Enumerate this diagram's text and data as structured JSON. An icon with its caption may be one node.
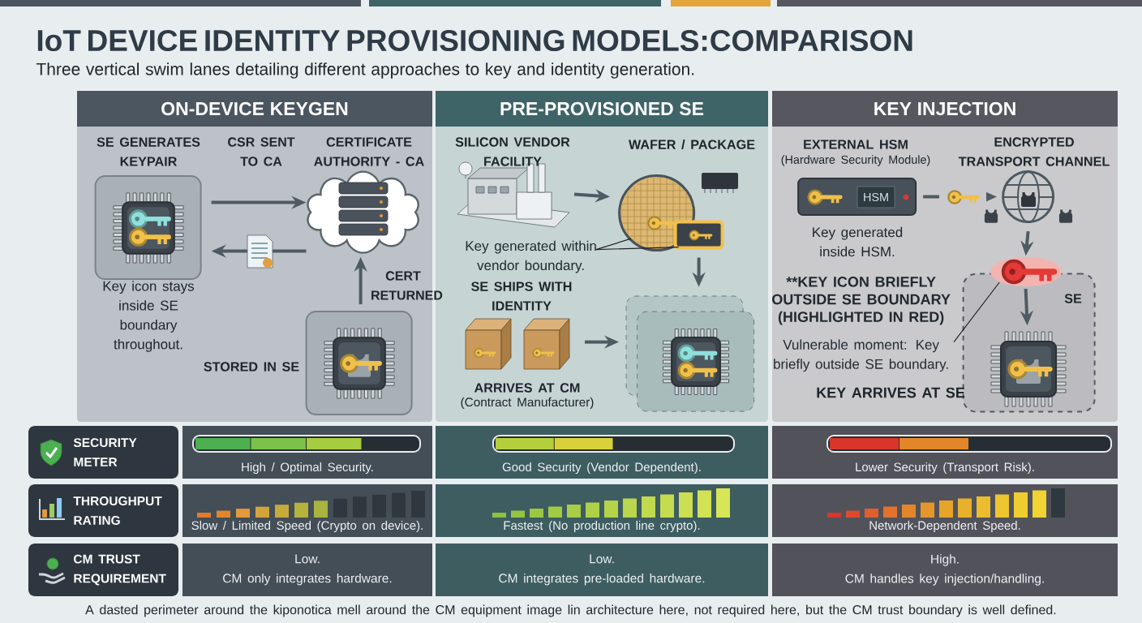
{
  "diagram": {
    "title": "IoT DEVICE IDENTITY PROVISIONING MODELS:COMPARISON",
    "caption": "A dasted perimeter around the kiponotica mell around the CM equipment image lin architecture here, not required here, but the CM trust boundary is well defined.",
    "nodes": [
      {
        "text": [
          "ON-DEVICE KEYGEN"
        ]
      },
      {
        "text": [
          "PRE-PROVISIONED SE"
        ]
      },
      {
        "text": [
          "KEY INJECTION"
        ]
      },
      {
        "text": [
          "SE GENERATES KEYPAIR"
        ],
        "beside": [
          "Key icon stays inside SE boundary throughout."
        ],
        "in": 0
      },
      {
        "text": [
          "CERTIFICATE AUTHORITY - CA"
        ],
        "in": 0
      },
      {
        "text": [
          "STORED IN SE"
        ],
        "in": 0
      },
      {
        "text": [
          "SILICON VENDOR FACILITY"
        ],
        "in": 1
      },
      {
        "text": [
          "WAFER / PACKAGE"
        ],
        "in": 1
      },
      {
        "text": [
          "Key generated within vendor boundary."
        ],
        "in": 1
      },
      {
        "text": [],
        "shape": "picture",
        "in": 1
      },
      {
        "text": [
          "SE SHIPS WITH IDENTITY"
        ],
        "in": 1
      },
      {
        "text": [
          "ARRIVES AT CM",
          "(Contract Manufacturer)"
        ],
        "in": 1
      },
      {
        "text": [
          "EXTERNAL HSM",
          "(Hardware Security Module)",
          "HSM"
        ],
        "beside": [
          "Key generated inside HSM."
        ],
        "in": 2
      },
      {
        "text": [
          "ENCRYPTED TRANSPORT CHANNEL"
        ],
        "in": 2
      },
      {
        "text": [],
        "shape": "picture",
        "in": 2
      },
      {
        "text": [
          "SE"
        ],
        "beside": [
          "KEY ARRIVES AT SE"
        ],
        "in": 2
      },
      {
        "text": [
          "**KEY ICON BRIEFLY OUTSIDE SE BOUNDARY (HIGHLIGHTED IN RED)",
          "Vulnerable moment: Key briefly outside SE boundary."
        ],
        "in": 2
      },
      {
        "text": [],
        "shape": "picture",
        "in": 15
      }
    ],
    "edges": [
      {
        "from": 3,
        "to": 4,
        "arrow": "to",
        "label": "CSR SENT TO CA"
      },
      {
        "from": 4,
        "to": 3,
        "arrow": "to"
      },
      {
        "from": 5,
        "to": 4,
        "arrow": "to",
        "label": "CERT RETURNED"
      },
      {
        "from": 6,
        "to": 7,
        "arrow": "to"
      },
      {
        "from": 8,
        "to": 7,
        "arrow": "none",
        "color": "#222222"
      },
      {
        "from": 8,
        "to": 9,
        "arrow": "none",
        "color": "#222222"
      },
      {
        "from": 9,
        "to": 11,
        "arrow": "to"
      },
      {
        "from": 10,
        "to": 11,
        "arrow": "to"
      },
      {
        "from": 12,
        "to": 13,
        "arrow": "to"
      },
      {
        "from": 13,
        "to": 14,
        "arrow": "to"
      },
      {
        "from": 14,
        "to": 17,
        "arrow": "to"
      },
      {
        "from": 16,
        "to": 14,
        "arrow": "none",
        "color": "#222222"
      }
    ],
    "labels": [
      "Three vertical swim lanes detailing different approaches to key and identity generation.",
      "SECURITY METER",
      "High / Optimal Security.",
      "Good Security (Vendor Dependent).",
      "Lower Security (Transport Risk).",
      "THROUGHPUT RATING",
      "Slow / Limited Speed (Crypto on device).",
      "Fastest (No production line crypto).",
      "Network-Dependent Speed.",
      "CM TRUST REQUIREMENT",
      "Low.",
      "CM only integrates hardware.",
      "Low.",
      "CM integrates pre-loaded hardware.",
      "High.",
      "CM handles key injection/handling."
    ]
  }
}
